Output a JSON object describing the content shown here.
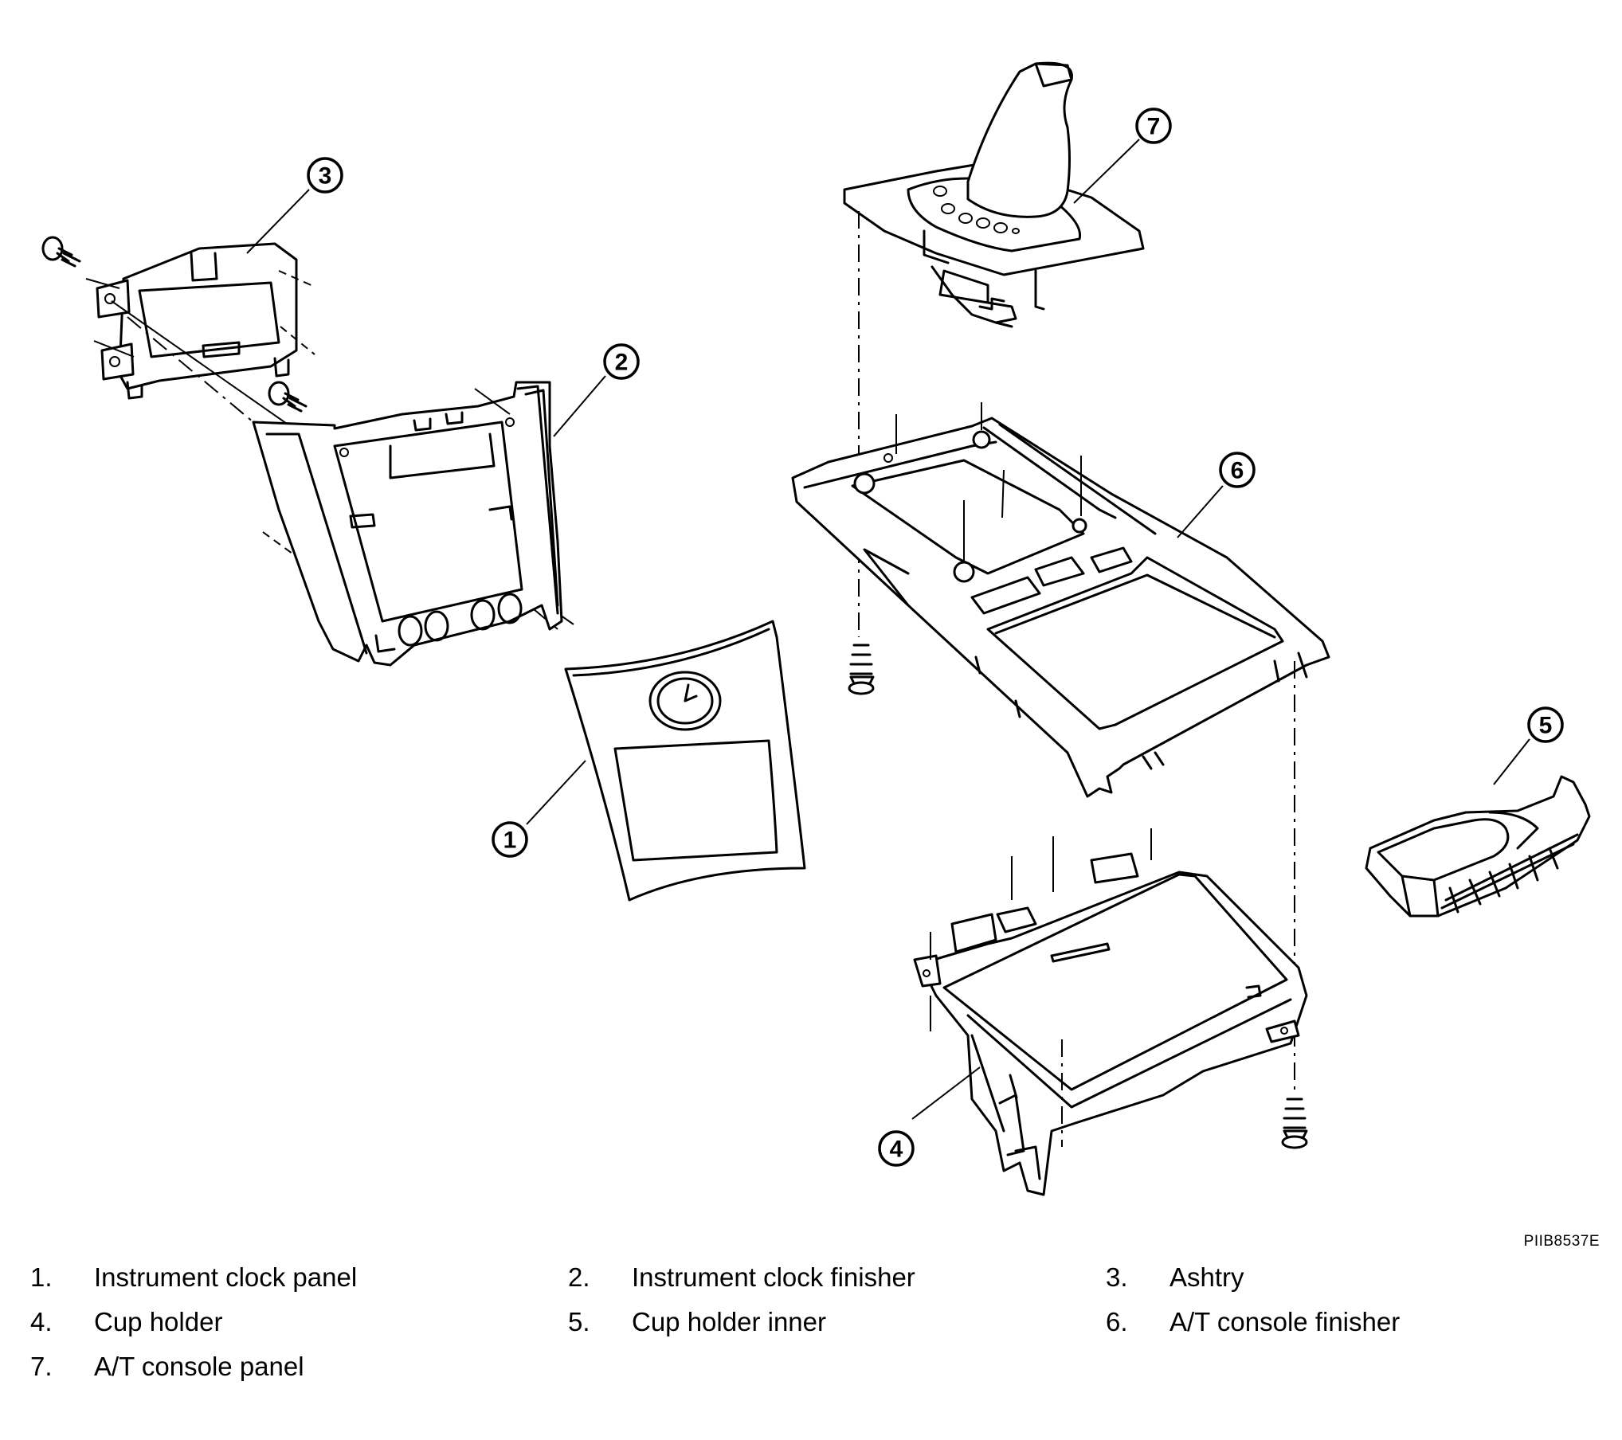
{
  "figure_code": "PIIB8537E",
  "callouts": [
    {
      "number": "1"
    },
    {
      "number": "2"
    },
    {
      "number": "3"
    },
    {
      "number": "4"
    },
    {
      "number": "5"
    },
    {
      "number": "6"
    },
    {
      "number": "7"
    }
  ],
  "legend": [
    {
      "number": "1.",
      "name": "Instrument clock panel"
    },
    {
      "number": "2.",
      "name": "Instrument clock finisher"
    },
    {
      "number": "3.",
      "name": "Ashtry"
    },
    {
      "number": "4.",
      "name": "Cup holder"
    },
    {
      "number": "5.",
      "name": "Cup holder inner"
    },
    {
      "number": "6.",
      "name": "A/T console finisher"
    },
    {
      "number": "7.",
      "name": "A/T console panel"
    }
  ]
}
